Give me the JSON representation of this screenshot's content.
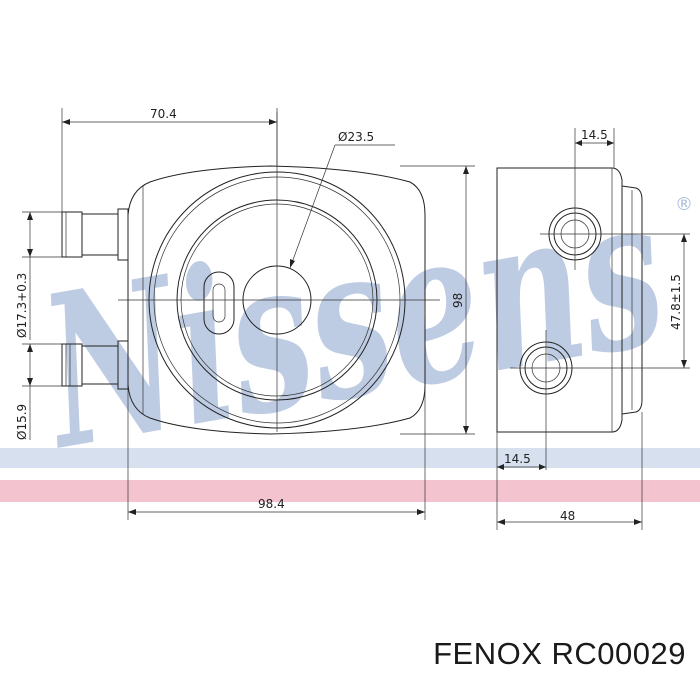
{
  "watermark": {
    "text": "Nissens",
    "registered_mark": "®",
    "color": "#6f8fc0",
    "band_pink": "#f3c4cf",
    "band_blue": "#d6e0ef"
  },
  "dimensions": {
    "top_width": "70.4",
    "center_diameter": "Ø23.5",
    "port_spacing_top": "14.5",
    "height": "98",
    "inlet_diameter": "Ø17.3+0.3",
    "outlet_diameter": "Ø15.9",
    "port_offset": "47.8±1.5",
    "port_spacing_bottom": "14.5",
    "total_width": "98.4",
    "depth": "48"
  },
  "caption": {
    "brand": "FENOX",
    "part_number": "RC00029"
  }
}
